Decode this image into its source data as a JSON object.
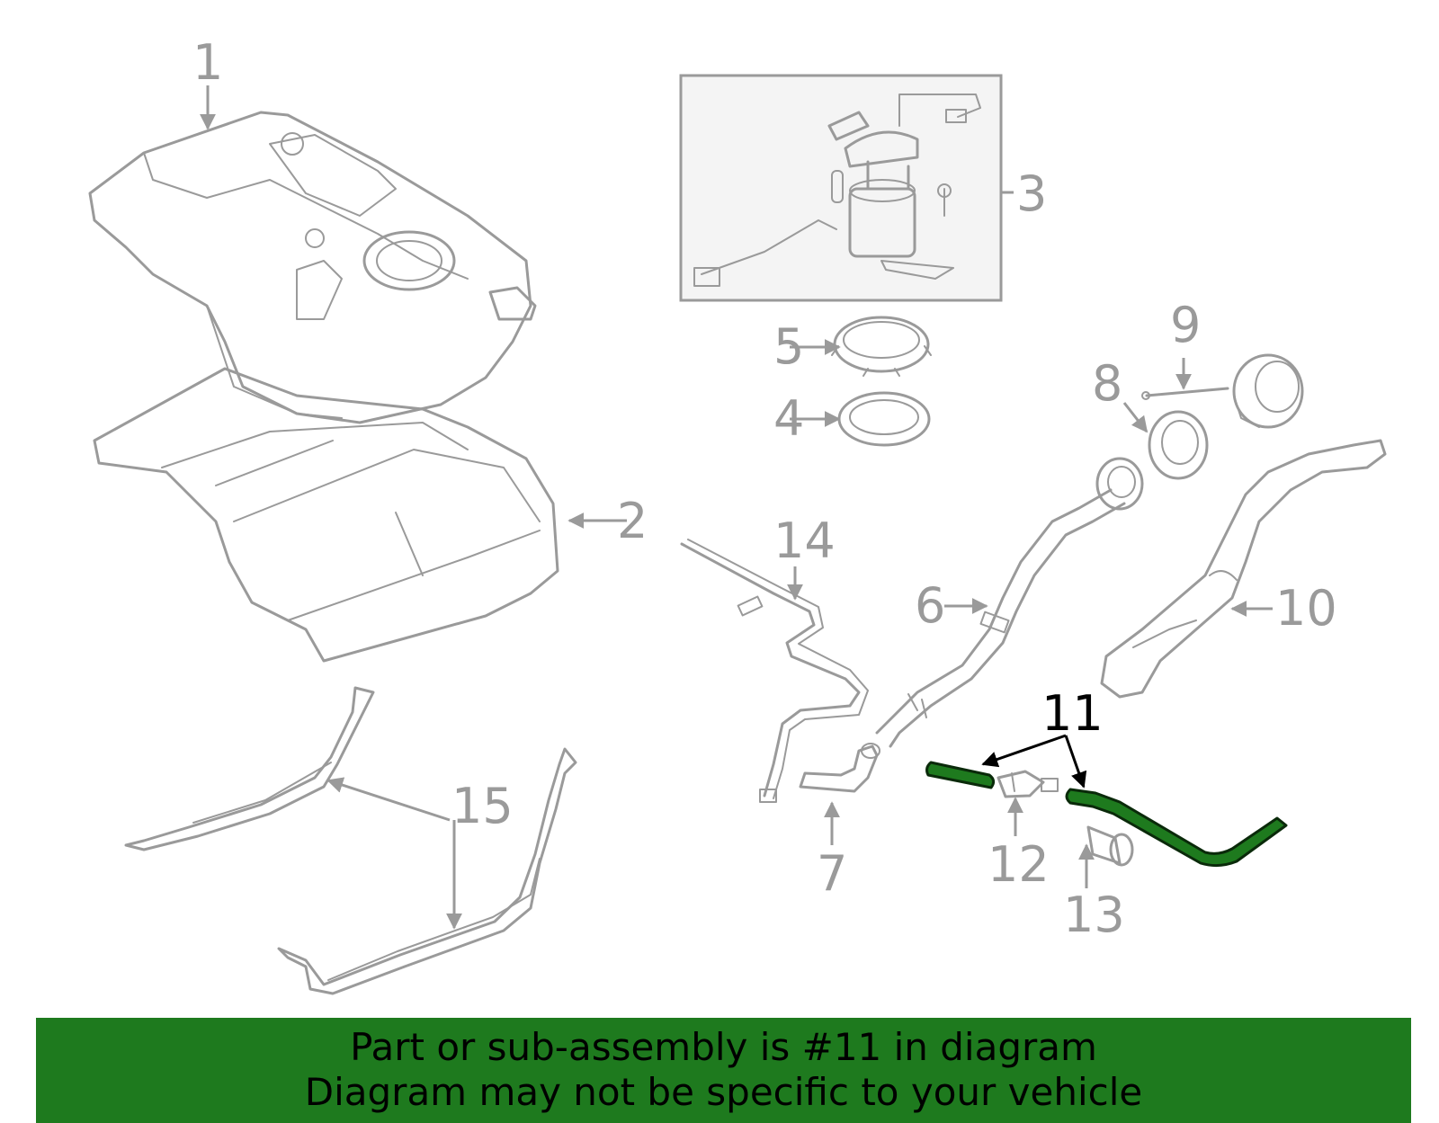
{
  "callouts": {
    "c1": "1",
    "c2": "2",
    "c3": "3",
    "c4": "4",
    "c5": "5",
    "c6": "6",
    "c7": "7",
    "c8": "8",
    "c9": "9",
    "c10": "10",
    "c11": "11",
    "c12": "12",
    "c13": "13",
    "c14": "14",
    "c15": "15"
  },
  "highlighted_part": "11",
  "colors": {
    "highlight": "#1e7a1e",
    "line": "#9a9a9a",
    "banner": "#1e7a1e"
  },
  "banner": {
    "line1": "Part or sub-assembly is #11 in diagram",
    "line2": "Diagram may not be specific to your vehicle"
  }
}
